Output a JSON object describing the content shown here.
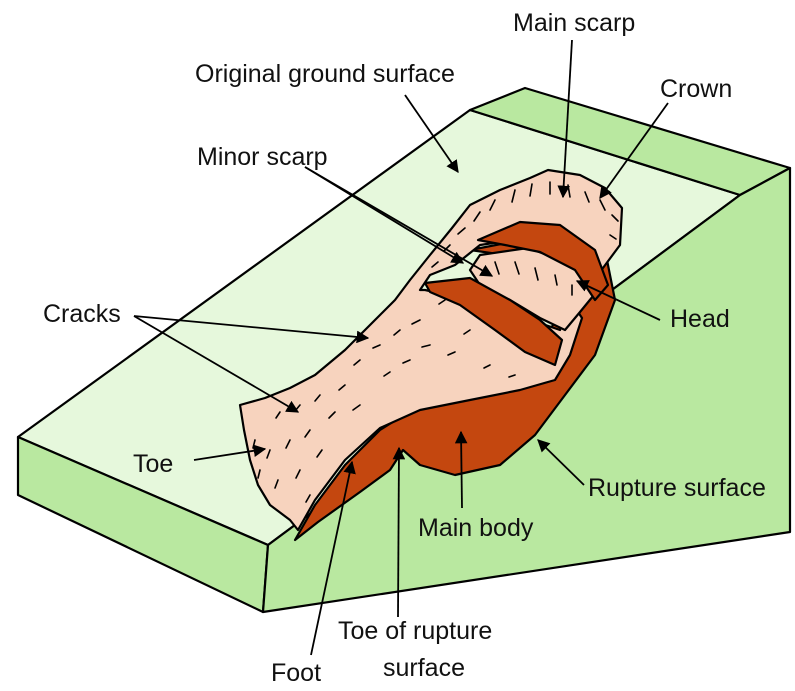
{
  "colors": {
    "ground_top": "#e6f8dc",
    "ground_side": "#b9e8a0",
    "displaced_material": "#f7d3be",
    "rupture_surface": "#c4470f",
    "stroke": "#000000",
    "text": "#111111"
  },
  "labels": {
    "main_scarp": "Main scarp",
    "original_ground_surface": "Original ground surface",
    "crown": "Crown",
    "minor_scarp": "Minor scarp",
    "cracks": "Cracks",
    "head": "Head",
    "toe": "Toe",
    "rupture_surface": "Rupture surface",
    "main_body": "Main body",
    "toe_of_rupture_surface_line1": "Toe of rupture",
    "toe_of_rupture_surface_line2": "surface",
    "foot": "Foot"
  }
}
